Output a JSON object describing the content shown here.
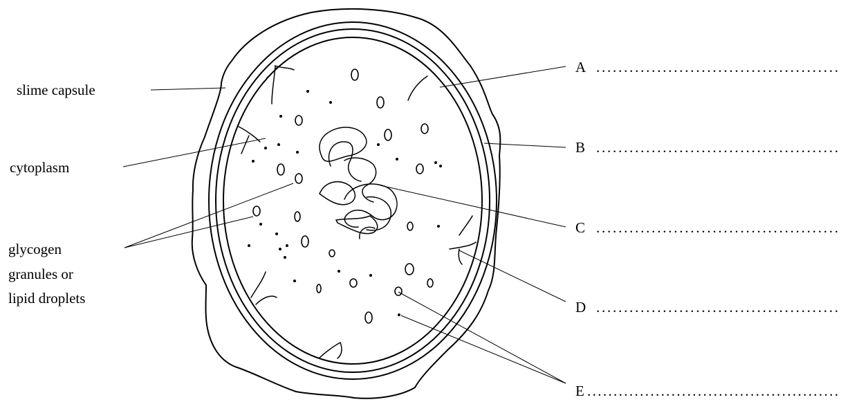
{
  "left_labels": {
    "slime_capsule": "slime capsule",
    "cytoplasm": "cytoplasm",
    "granules": [
      "glycogen",
      "granules or",
      "lipid droplets"
    ]
  },
  "right_labels": {
    "A": "A",
    "B": "B",
    "C": "C",
    "D": "D",
    "E": "E"
  },
  "answer_line": "............................................",
  "answer_line_e": "................................................"
}
